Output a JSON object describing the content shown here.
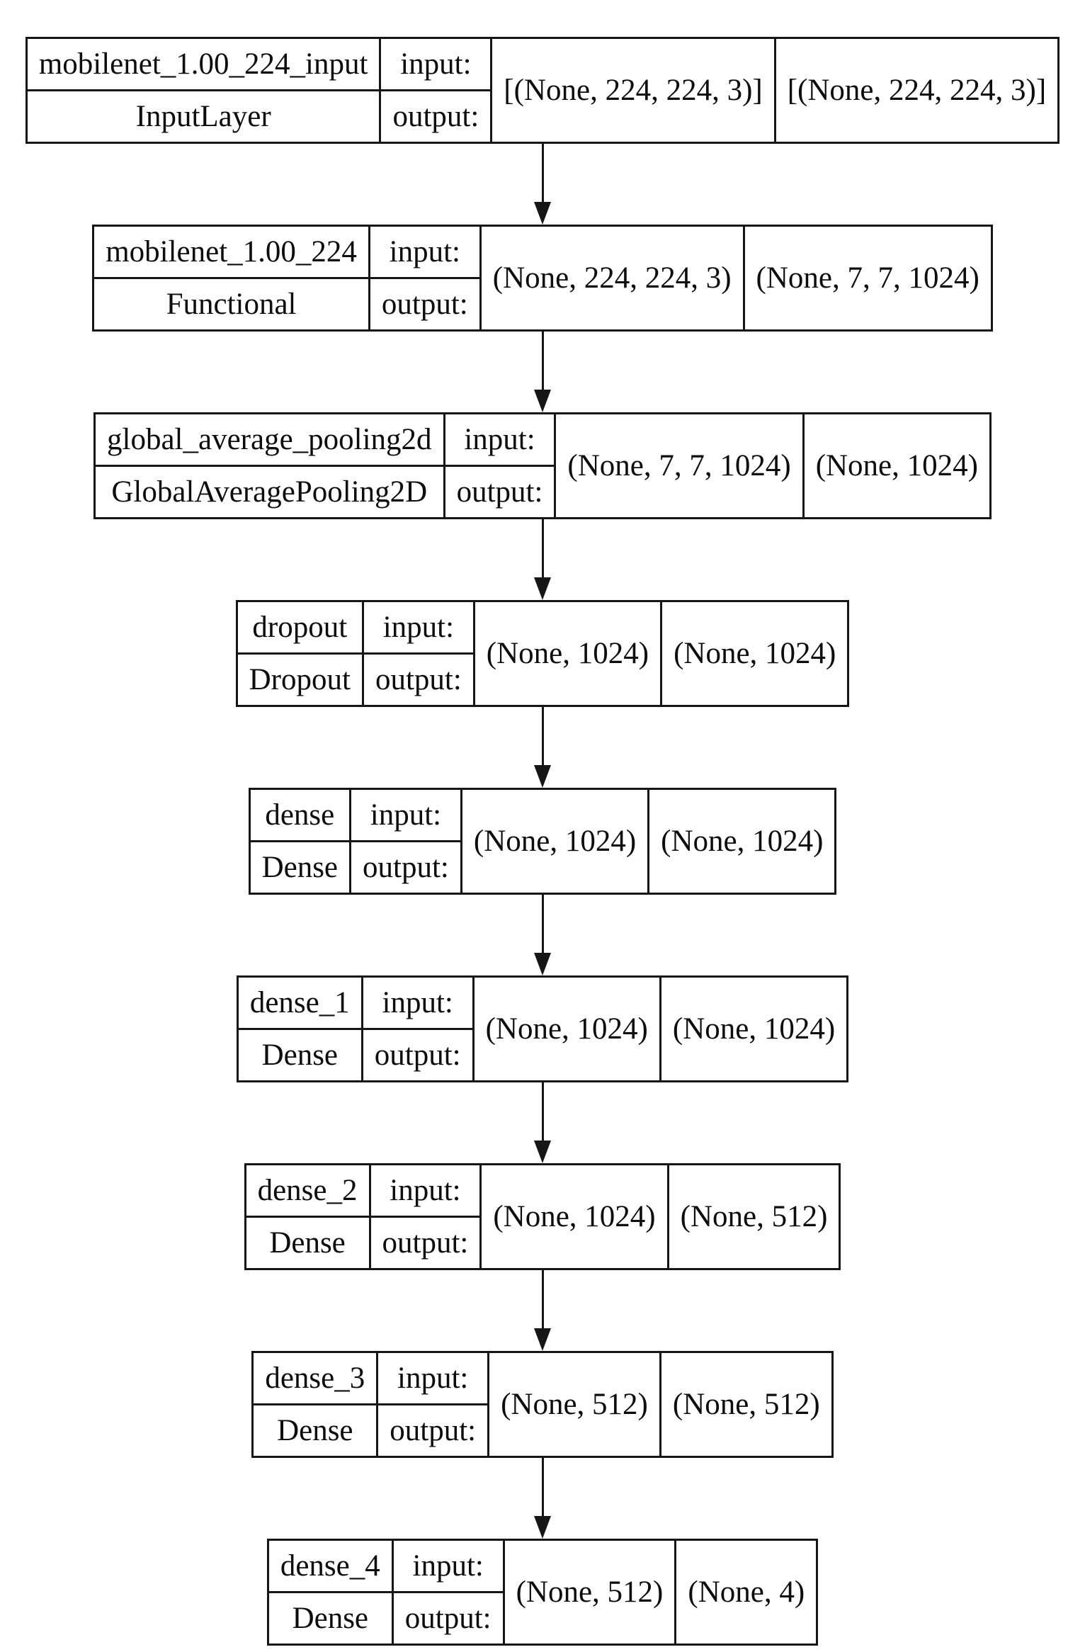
{
  "diagram": {
    "kind": "keras-model-plot",
    "colors": {
      "background": "#ffffff",
      "border": "#161616",
      "text": "#0d0d0d"
    },
    "labels": {
      "input": "input:",
      "output": "output:"
    },
    "nodes": [
      {
        "name": "mobilenet_1.00_224_input",
        "type": "InputLayer",
        "input_shape": "[(None, 224, 224, 3)]",
        "output_shape": "[(None, 224, 224, 3)]"
      },
      {
        "name": "mobilenet_1.00_224",
        "type": "Functional",
        "input_shape": "(None, 224, 224, 3)",
        "output_shape": "(None, 7, 7, 1024)"
      },
      {
        "name": "global_average_pooling2d",
        "type": "GlobalAveragePooling2D",
        "input_shape": "(None, 7, 7, 1024)",
        "output_shape": "(None, 1024)"
      },
      {
        "name": "dropout",
        "type": "Dropout",
        "input_shape": "(None, 1024)",
        "output_shape": "(None, 1024)"
      },
      {
        "name": "dense",
        "type": "Dense",
        "input_shape": "(None, 1024)",
        "output_shape": "(None, 1024)"
      },
      {
        "name": "dense_1",
        "type": "Dense",
        "input_shape": "(None, 1024)",
        "output_shape": "(None, 1024)"
      },
      {
        "name": "dense_2",
        "type": "Dense",
        "input_shape": "(None, 1024)",
        "output_shape": "(None, 512)"
      },
      {
        "name": "dense_3",
        "type": "Dense",
        "input_shape": "(None, 512)",
        "output_shape": "(None, 512)"
      },
      {
        "name": "dense_4",
        "type": "Dense",
        "input_shape": "(None, 512)",
        "output_shape": "(None, 4)"
      }
    ]
  }
}
